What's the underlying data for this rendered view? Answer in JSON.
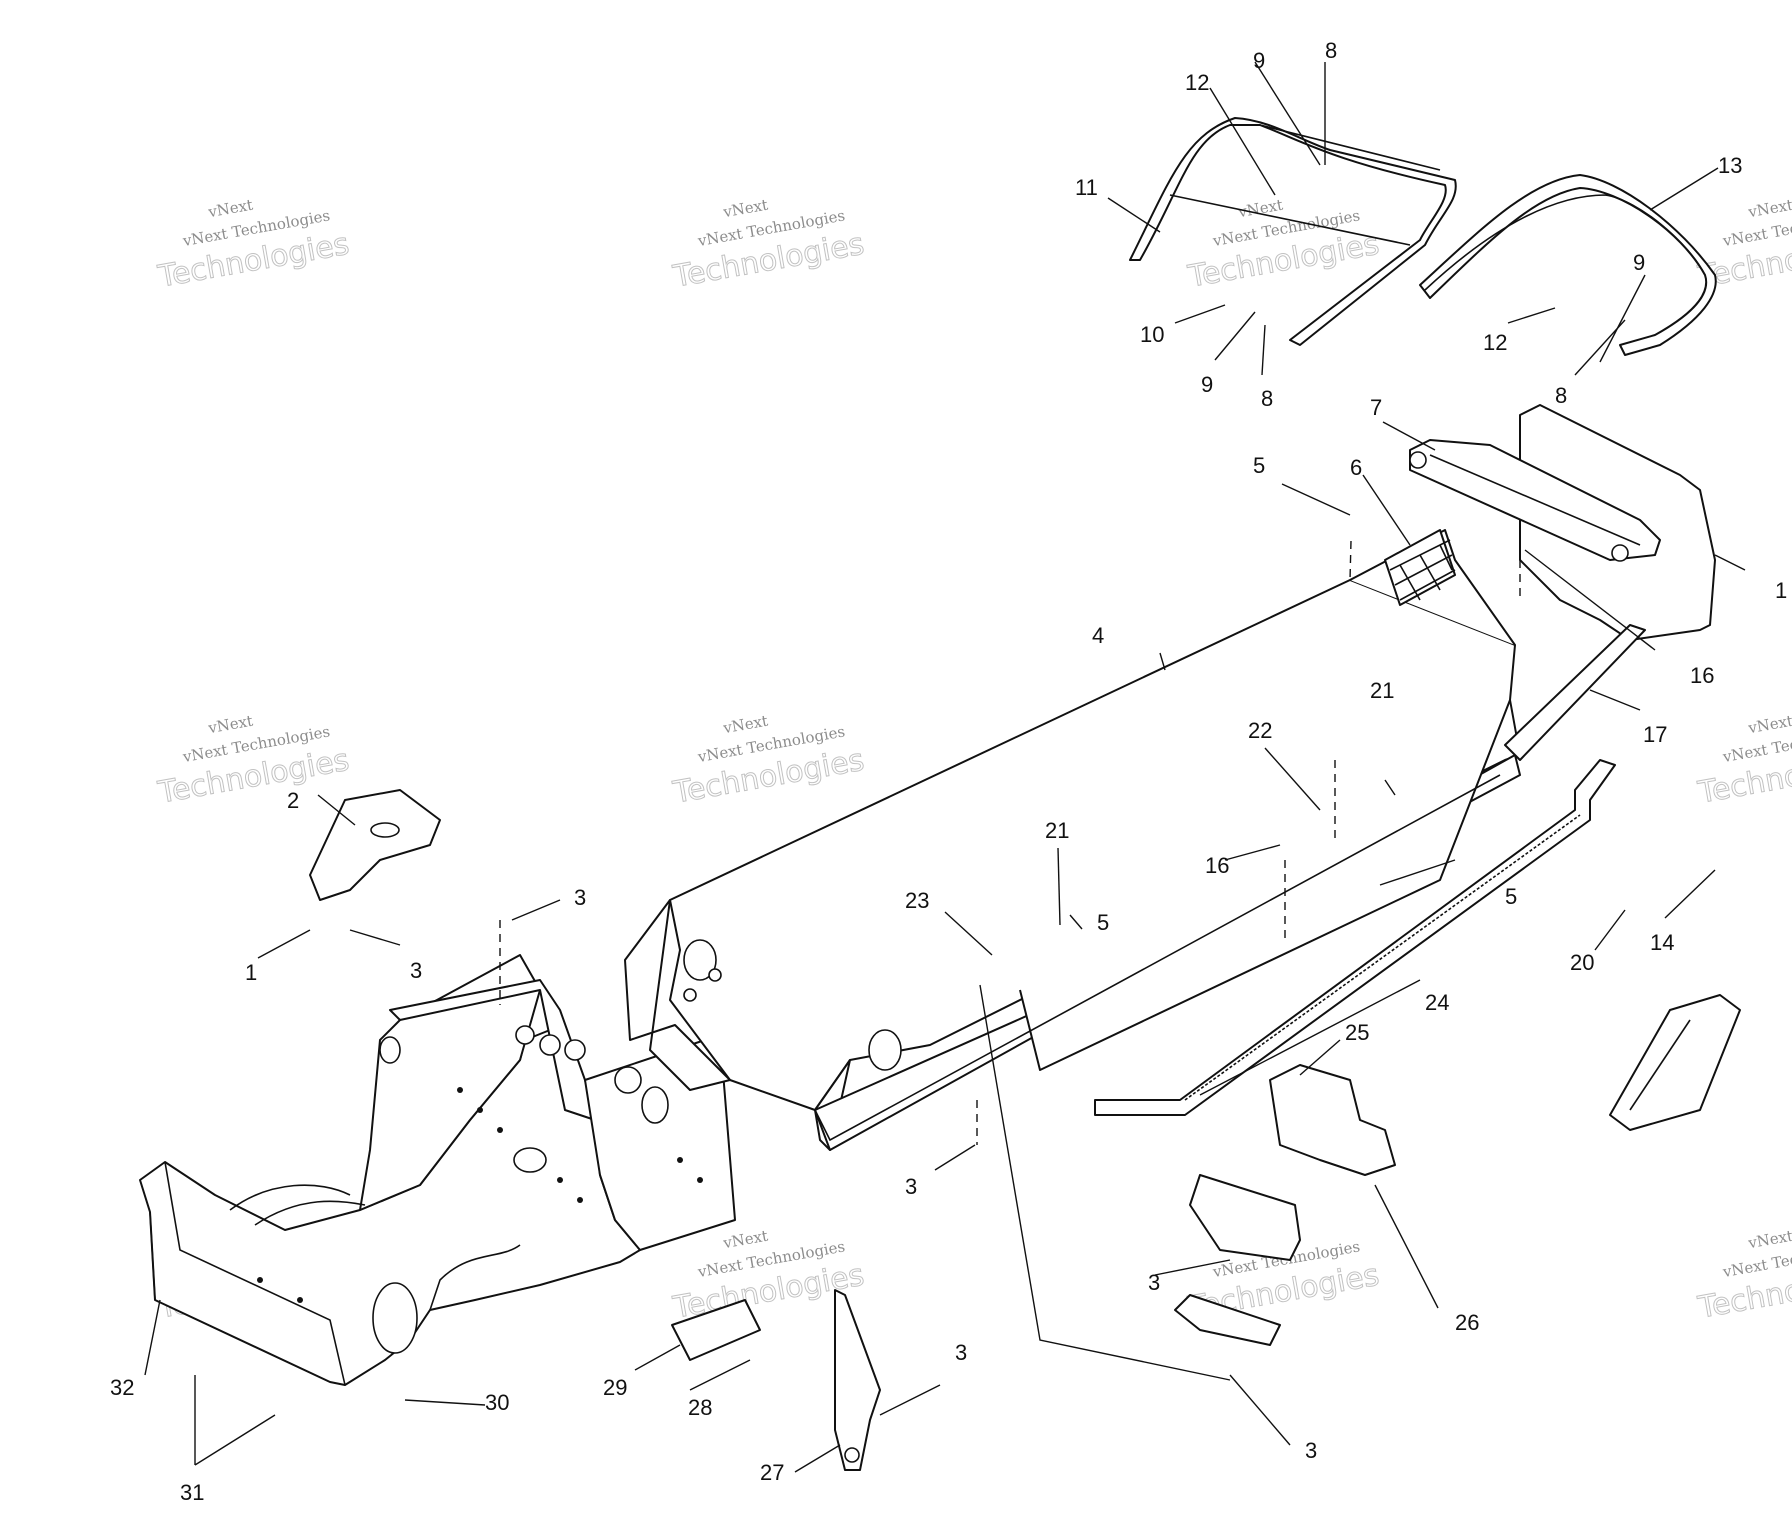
{
  "watermark": {
    "small": "vNext Technologies",
    "logo": "vNext",
    "big": "Technologies"
  },
  "callouts": [
    {
      "id": "c1",
      "text": "1"
    },
    {
      "id": "c2",
      "text": "2"
    },
    {
      "id": "c3a",
      "text": "3"
    },
    {
      "id": "c3b",
      "text": "3"
    },
    {
      "id": "c3c",
      "text": "3"
    },
    {
      "id": "c3d",
      "text": "3"
    },
    {
      "id": "c3e",
      "text": "3"
    },
    {
      "id": "c3f",
      "text": "3"
    },
    {
      "id": "c4",
      "text": "4"
    },
    {
      "id": "c5a",
      "text": "5"
    },
    {
      "id": "c5b",
      "text": "5"
    },
    {
      "id": "c5c",
      "text": "5"
    },
    {
      "id": "c6",
      "text": "6"
    },
    {
      "id": "c7",
      "text": "7"
    },
    {
      "id": "c8a",
      "text": "8"
    },
    {
      "id": "c8b",
      "text": "8"
    },
    {
      "id": "c8c",
      "text": "8"
    },
    {
      "id": "c9a",
      "text": "9"
    },
    {
      "id": "c9b",
      "text": "9"
    },
    {
      "id": "c9c",
      "text": "9"
    },
    {
      "id": "c10",
      "text": "10"
    },
    {
      "id": "c11",
      "text": "11"
    },
    {
      "id": "c12a",
      "text": "12"
    },
    {
      "id": "c12b",
      "text": "12"
    },
    {
      "id": "c13",
      "text": "13"
    },
    {
      "id": "c14",
      "text": "14"
    },
    {
      "id": "c15",
      "text": "1"
    },
    {
      "id": "c16a",
      "text": "16"
    },
    {
      "id": "c16b",
      "text": "16"
    },
    {
      "id": "c17",
      "text": "17"
    },
    {
      "id": "c20",
      "text": "20"
    },
    {
      "id": "c21a",
      "text": "21"
    },
    {
      "id": "c21b",
      "text": "21"
    },
    {
      "id": "c22",
      "text": "22"
    },
    {
      "id": "c23",
      "text": "23"
    },
    {
      "id": "c24",
      "text": "24"
    },
    {
      "id": "c25",
      "text": "25"
    },
    {
      "id": "c26",
      "text": "26"
    },
    {
      "id": "c27",
      "text": "27"
    },
    {
      "id": "c28",
      "text": "28"
    },
    {
      "id": "c29",
      "text": "29"
    },
    {
      "id": "c30",
      "text": "30"
    },
    {
      "id": "c31",
      "text": "31"
    },
    {
      "id": "c32",
      "text": "32"
    }
  ]
}
